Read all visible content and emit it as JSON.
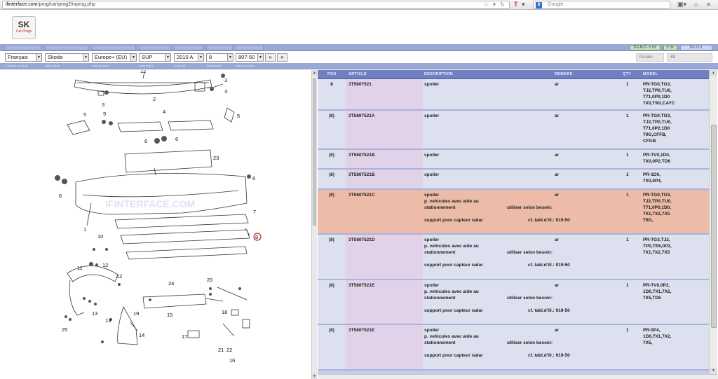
{
  "browser": {
    "url_domain": "ifinterface.com",
    "url_path": "/prog/car/prog2/inprog.php",
    "search_engine": "Google",
    "search_placeholder": "Google"
  },
  "logo": {
    "text": "SK",
    "subtitle": "Car Progs"
  },
  "menu": {
    "demo_vin": "DEMO-VIN",
    "vin": "VIN",
    "menu": "MENU"
  },
  "selectors": {
    "language": "Français",
    "brand": "Skoda",
    "region": "Europe+ (EU)",
    "model": "SUP",
    "year": "2010 A",
    "group": "8",
    "picture": "807-50",
    "prev": "«",
    "next": "»",
    "dictate": "Dictate",
    "count": "43"
  },
  "labels": {
    "language": "LANGUAGE",
    "brand": "BRAND",
    "region": "REGION",
    "model": "MODEL",
    "year": "YEAR",
    "group": "GROUP",
    "picture": "PICTURE"
  },
  "diagram": {
    "watermark": "IFINTERFACE.COM",
    "callouts": [
      "12",
      "2",
      "3",
      "3",
      "3",
      "5",
      "9",
      "4",
      "5",
      "6",
      "6",
      "23",
      "6",
      "6",
      "1",
      "7",
      "10",
      "8",
      "11",
      "12",
      "12",
      "20",
      "24",
      "19",
      "13",
      "13",
      "25",
      "18",
      "15",
      "14",
      "17",
      "21",
      "22",
      "16"
    ]
  },
  "table": {
    "headers": {
      "pos": "POS",
      "article": "ARTICLE",
      "description": "DESCRIPTION",
      "remark": "REMARK",
      "qty": "QTY",
      "model": "MODEL"
    },
    "rows": [
      {
        "pos": "8",
        "article": "3T5807521",
        "description": [
          "spoiler"
        ],
        "remark": "ar",
        "qty": "1",
        "model": [
          "PR-TG0,TG3,",
          "TJ2,TP0,TU0,",
          "T71,0P0,1D0",
          "7X0,T9G,CAYC"
        ],
        "notes": [],
        "highlight": false
      },
      {
        "pos": "(8)",
        "article": "3T5807521A",
        "description": [
          "spoiler"
        ],
        "remark": "ar",
        "qty": "1",
        "model": [
          "PR-TG0,TG3,",
          "TJ2,TP0,TU0,",
          "T71,0P2,1D0",
          "T9G,CFFB,",
          "CFGB"
        ],
        "notes": [],
        "highlight": false
      },
      {
        "pos": "(8)",
        "article": "3T5807521B",
        "description": [
          "spoiler"
        ],
        "remark": "ar",
        "qty": "1",
        "model": [
          "PR-TV0,1D0,",
          "7X0,0P2,TD6"
        ],
        "notes": [],
        "highlight": false
      },
      {
        "pos": "(8)",
        "article": "3T5807521B",
        "description": [
          "spoiler"
        ],
        "remark": "ar",
        "qty": "1",
        "model": [
          "PR-1D0,",
          "7X0,0P4,"
        ],
        "notes": [],
        "highlight": false
      },
      {
        "pos": "(8)",
        "article": "3T5807521C",
        "description": [
          "spoiler",
          "p. vehicules avec aide au",
          "stationnement",
          "",
          "support pour capteur radar"
        ],
        "remark": "ar",
        "qty": "1",
        "model": [
          "PR-TG0,TG3,",
          "TJ2,TP0,TU0,",
          "T71,0P0,1D0,",
          "7X1,7X2,7X5",
          "T9G,"
        ],
        "notes": [
          "utiliser selon besoin:",
          "cf. tabl.d'ill.: 919-50"
        ],
        "highlight": true
      },
      {
        "pos": "(8)",
        "article": "3T5807521D",
        "description": [
          "spoiler",
          "p. vehicules avec aide au",
          "stationnement",
          "",
          "support pour capteur radar"
        ],
        "remark": "ar",
        "qty": "1",
        "model": [
          "PR-TG3,TJ2,",
          "TP0,TE6,0P2,",
          "7X1,7X2,7X5"
        ],
        "notes": [
          "utiliser selon besoin:",
          "cf. tabl.d'ill.: 919-50"
        ],
        "highlight": false
      },
      {
        "pos": "(8)",
        "article": "3T5807521E",
        "description": [
          "spoiler",
          "p. vehicules avec aide au",
          "stationnement",
          "",
          "support pour capteur radar"
        ],
        "remark": "ar",
        "qty": "1",
        "model": [
          "PR-TV0,0P2,",
          "1D0,7X1,7X2,",
          "7X5,TD6"
        ],
        "notes": [
          "utiliser selon besoin:",
          "cf. tabl.d'ill.: 919-50"
        ],
        "highlight": false
      },
      {
        "pos": "(8)",
        "article": "3T5807521E",
        "description": [
          "spoiler",
          "p. vehicules avec aide au",
          "stationnement",
          "",
          "support pour capteur radar"
        ],
        "remark": "ar",
        "qty": "1",
        "model": [
          "PR-0P4,",
          "1D0,7X1,7X2,",
          "7X5,"
        ],
        "notes": [
          "utiliser selon besoin:",
          "cf. tabl.d'ill.: 919-50"
        ],
        "highlight": false
      }
    ]
  }
}
